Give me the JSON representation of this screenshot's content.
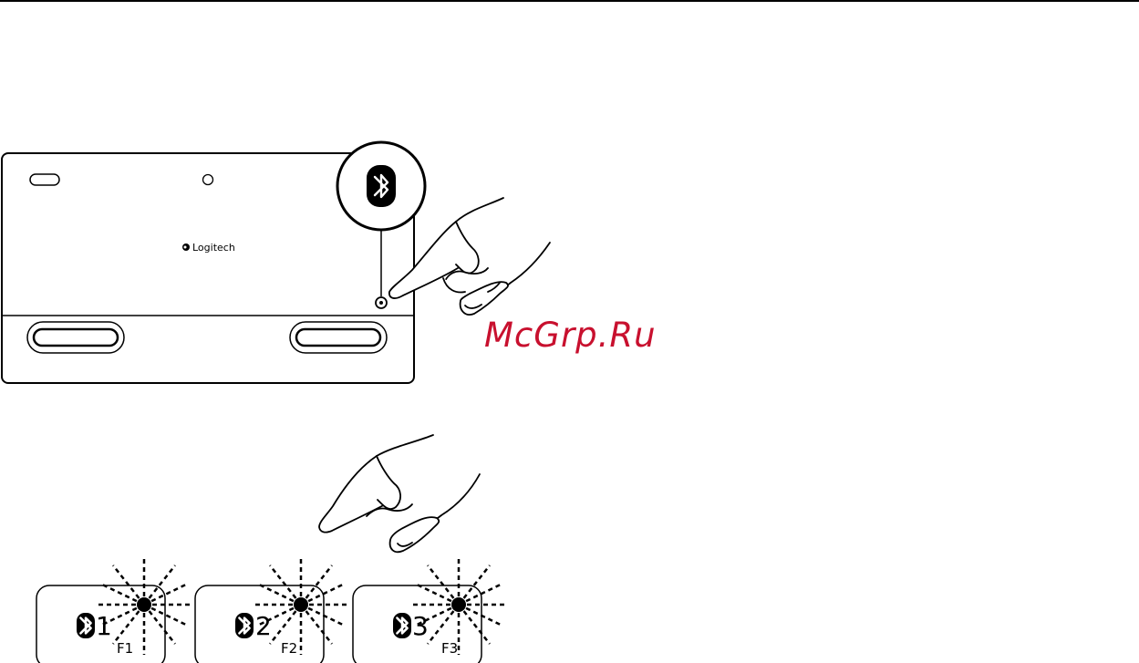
{
  "keyboard": {
    "brand": "Logitech"
  },
  "watermark": "McGrp.Ru",
  "channel_keys": [
    {
      "number": "1",
      "fn": "F1"
    },
    {
      "number": "2",
      "fn": "F2"
    },
    {
      "number": "3",
      "fn": "F3"
    }
  ],
  "icons": {
    "connect_button": "bluetooth-icon",
    "channel_key": "bluetooth-icon",
    "status_light": "blinking-led-icon",
    "hand": "pointing-hand-icon"
  }
}
